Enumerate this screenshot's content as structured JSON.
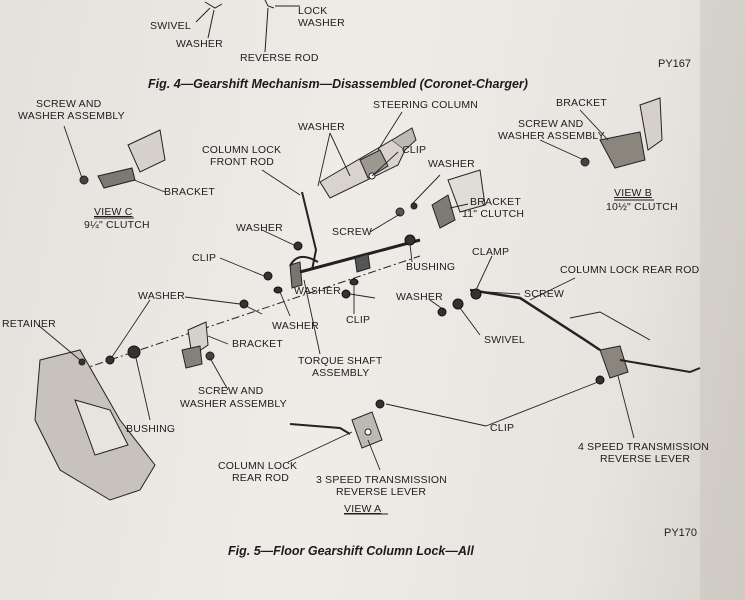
{
  "fig4": {
    "caption": "Fig. 4—Gearshift Mechanism—Disassembled (Coronet-Charger)",
    "code": "PY167",
    "labels": {
      "swivel": "SWIVEL",
      "lock_washer_1": "LOCK",
      "lock_washer_2": "WASHER",
      "washer": "WASHER",
      "reverse_rod": "REVERSE ROD"
    }
  },
  "fig5": {
    "caption": "Fig. 5—Floor Gearshift Column Lock—All",
    "code": "PY170",
    "labels": {
      "screw_washer_assembly_1": "SCREW AND",
      "screw_washer_assembly_2": "WASHER ASSEMBLY",
      "steering_column": "STEERING COLUMN",
      "bracket_top": "BRACKET",
      "screw_washer_b_1": "SCREW AND",
      "screw_washer_b_2": "WASHER ASSEMBLY",
      "washer_top": "WASHER",
      "column_lock_front_rod_1": "COLUMN LOCK",
      "column_lock_front_rod_2": "FRONT ROD",
      "clip_top": "CLIP",
      "washer_mid": "WASHER",
      "bracket_c": "BRACKET",
      "view_c": "VIEW C",
      "view_c_sub": "9¼\" CLUTCH",
      "view_b": "VIEW B",
      "view_b_sub": "10½\" CLUTCH",
      "bracket_11_1": "BRACKET",
      "bracket_11_2": "11\" CLUTCH",
      "screw_mid": "SCREW",
      "washer_left": "WASHER",
      "bushing_right": "BUSHING",
      "clip_left": "CLIP",
      "clamp": "CLAMP",
      "column_lock_rear_rod_top": "COLUMN LOCK REAR ROD",
      "screw_right": "SCREW",
      "washer_lower_left": "WASHER",
      "washer_center": "WASHER",
      "washer_right": "WASHER",
      "clip_center": "CLIP",
      "washer_lower_mid": "WASHER",
      "retainer": "RETAINER",
      "bracket_lower": "BRACKET",
      "swivel": "SWIVEL",
      "torque_shaft_1": "TORQUE SHAFT",
      "torque_shaft_2": "ASSEMBLY",
      "screw_washer_low_1": "SCREW AND",
      "screw_washer_low_2": "WASHER ASSEMBLY",
      "bushing_lower": "BUSHING",
      "clip_bottom": "CLIP",
      "four_speed_1": "4 SPEED TRANSMISSION",
      "four_speed_2": "REVERSE LEVER",
      "column_lock_rear_rod_1": "COLUMN LOCK",
      "column_lock_rear_rod_2": "REAR ROD",
      "three_speed_1": "3 SPEED TRANSMISSION",
      "three_speed_2": "REVERSE LEVER",
      "view_a": "VIEW A"
    }
  }
}
